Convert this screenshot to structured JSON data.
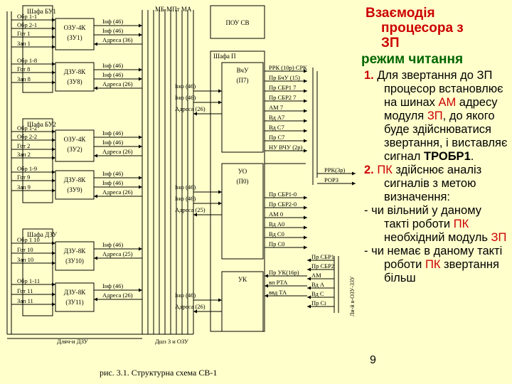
{
  "diagram": {
    "caption": "рис. 3.1. Структурна схема СВ-1",
    "bus_top_label": "МБ-МПт МА",
    "bottom_bus_left": "Дляч-и ДЗУ",
    "bottom_bus_right": "Дшз 3 н ОЗУ",
    "vertical_right_label": "Ли-й в-ОЗУ-ЗЗУ",
    "pou_sv": "ПОУ СВ",
    "cabinets": {
      "su1": "Шафа БУ1",
      "su2": "Шафа БУ2",
      "dzu": "Шафа ДЗУ",
      "p": "Шафа П"
    },
    "modules": [
      {
        "name": "ОЗУ-4К",
        "id": "(ЗУ1)"
      },
      {
        "name": "ДЗУ-8К",
        "id": "(ЗУ8)"
      },
      {
        "name": "ОЗУ-4К",
        "id": "(ЗУ2)"
      },
      {
        "name": "ДЗУ-8К",
        "id": "(ЗУ9)"
      },
      {
        "name": "ДЗУ-8К",
        "id": "(ЗУ10)"
      },
      {
        "name": "ДЗУ-8К",
        "id": "(ЗУ11)"
      }
    ],
    "proc_units": [
      {
        "name": "ВчУ",
        "id": "(П7)"
      },
      {
        "name": "УО",
        "id": "(П0)"
      },
      {
        "name": "УК",
        "id": ""
      }
    ],
    "left_signals": [
      [
        "Обр 1-1",
        "Обр 2-1",
        "Гот 1",
        "Зап 1"
      ],
      [
        "Обр 1-8",
        "Гот 8",
        "Зап 8"
      ],
      [
        "Обр 1-2",
        "Обр 2-2",
        "Гот 2",
        "Зап 2"
      ],
      [
        "Обр 1-9",
        "Гот 9",
        "Зап 9"
      ],
      [
        "Обр 1 10",
        "Гот 10",
        "Зап 10"
      ],
      [
        "Обр 1-11",
        "Гот 11",
        "Зап 11"
      ]
    ],
    "module_bus_labels": [
      [
        "Інф (46)",
        "Інф (46)",
        "Адреса (36)"
      ],
      [
        "Інф (46)",
        "Інф (46)",
        "Адреса (26)"
      ],
      [
        "Інф (46)",
        "Інф (46)",
        "Адреса (26)"
      ],
      [
        "Інф (46)",
        "Інф (46)",
        "Адреса (26)"
      ],
      [
        "Інф (46)",
        "Адреса (25)"
      ],
      [
        "Інф (46)",
        "Адреса (26)"
      ]
    ],
    "proc_bus_labels": [
      [
        "Інф (46)",
        "Інф (46)",
        "Адреса (26)"
      ],
      [
        "Інф (46)",
        "Інф (46)",
        "Адреса (25)"
      ],
      [
        "Інф (46)",
        "Адреса (26)"
      ]
    ],
    "right_signals": {
      "vchu": [
        "РРК (10р) СРК",
        "Пр БчУ (15)",
        "Пр СБР1 7",
        "Пр СБР2 7",
        "АМ 7",
        "Вд А7",
        "Вд С7",
        "Пр С7",
        "НУ ВЧУ (2р)"
      ],
      "uo": [
        "Пр СБР1-0",
        "Пр СБР2-0",
        "АМ 0",
        "Вд А0",
        "Вд С0",
        "Пр С0"
      ],
      "uk": [
        "Пр УК(16р)",
        "вп РТА",
        "ввд ТА"
      ],
      "right_outputs": [
        "РРК(3р)",
        "РОРЗ"
      ],
      "uk_outputs": [
        "Пр СБР1",
        "Пр СБР2",
        "АМ",
        "Вд А",
        "Вд С",
        "Пр Сі"
      ]
    }
  },
  "panel": {
    "title_lines": [
      "Взаємодія",
      "процесора з",
      "ЗП"
    ],
    "subtitle": "режим читання",
    "item1": {
      "num": "1.",
      "t1": "Для звертання до ЗП процесор встановлює на шинах ",
      "t2": "АМ",
      "t3": " адресу модуля ",
      "t4": "ЗП",
      "t5": ", до якого буде здійснюватися звертання, і виставляє сигнал ",
      "t6": "ТРОБР1",
      "t7": "."
    },
    "item2": {
      "num": "2.",
      "t1": "ПК",
      "t2": " здійснює аналіз сигналів з метою визначення:"
    },
    "item3": {
      "dash": "-",
      "t1": "чи вільний у даному такті роботи ",
      "t2": "ПК",
      "t3": " необхідний модуль ",
      "t4": "ЗП"
    },
    "item4": {
      "dash": "-",
      "t1": "чи немає в даному такті роботи ",
      "t2": "ПК",
      "t3": " звертання більш"
    },
    "page_number": "9"
  }
}
